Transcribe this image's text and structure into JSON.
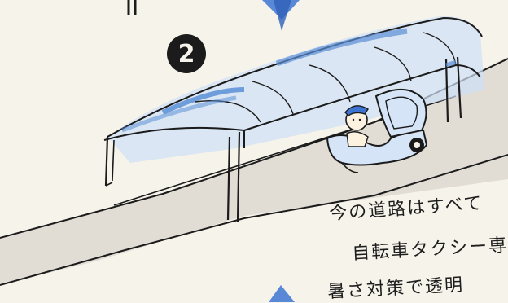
{
  "step": {
    "number": "2"
  },
  "caption": {
    "lines": [
      "今の道路はすべて",
      "自転車タクシー専",
      "暑さ対策で透明"
    ]
  },
  "colors": {
    "paper": "#f6f3ea",
    "canopy_blue": "#5b8fd6",
    "arrow_blue": "#3d74d2",
    "ink": "#1b1b1b",
    "road_gray": "#d9d6ce"
  }
}
